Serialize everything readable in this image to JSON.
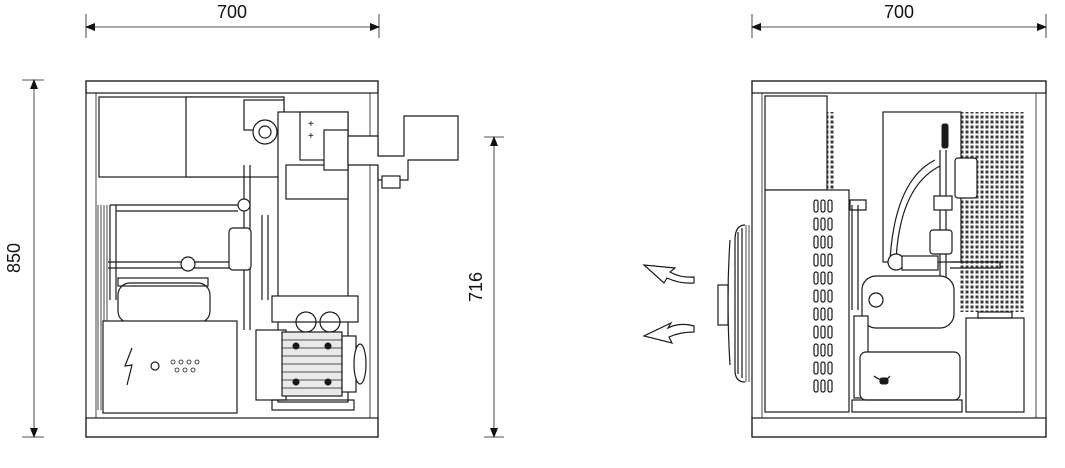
{
  "dimensions": {
    "front_width": "700",
    "front_height": "850",
    "inner_height": "716",
    "side_width": "700"
  }
}
